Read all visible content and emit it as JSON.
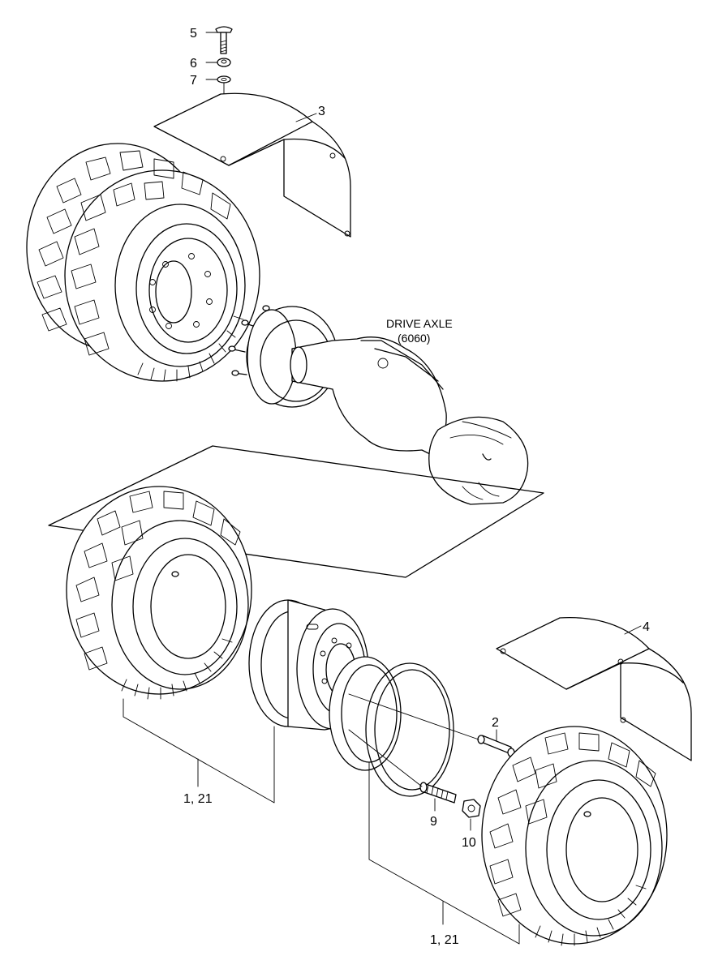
{
  "callouts": {
    "p5": "5",
    "p6": "6",
    "p7": "7",
    "p3": "3",
    "p4": "4",
    "p2": "2",
    "p9": "9",
    "p10": "10",
    "tire_set_left": "1, 21",
    "tire_set_right": "1, 21"
  },
  "drive_axle": {
    "title": "DRIVE AXLE",
    "code": "(6060)"
  }
}
